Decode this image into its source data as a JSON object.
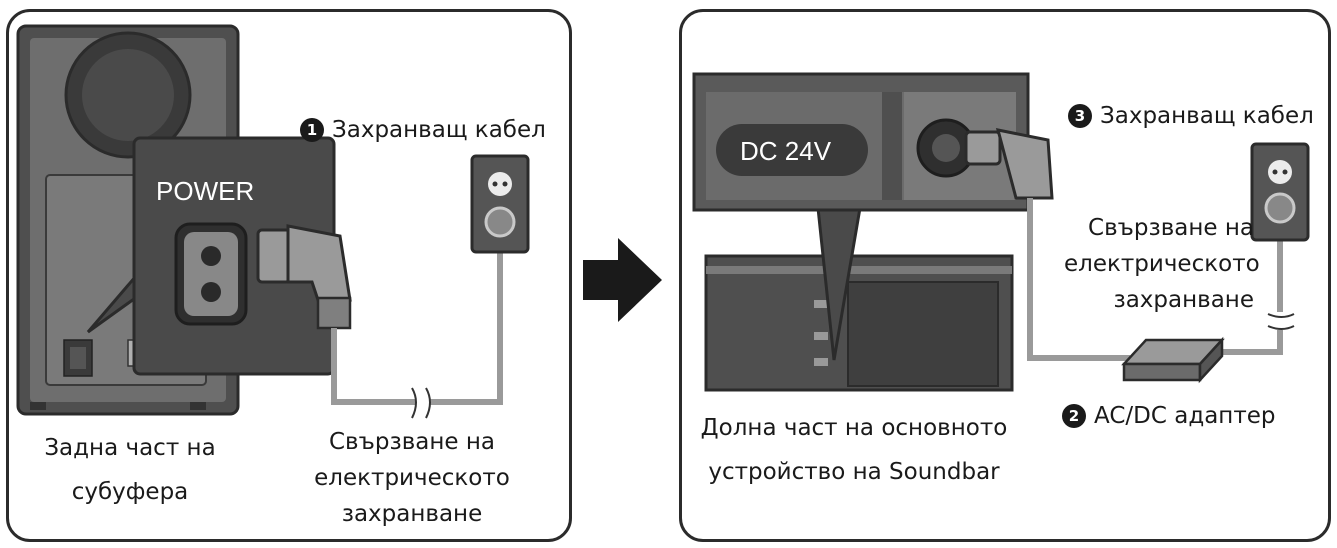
{
  "left_panel": {
    "power_label": "POWER",
    "cable_num": "1",
    "cable_label": "Захранващ кабел",
    "subwoofer_caption": [
      "Задна част на",
      "субуфера"
    ],
    "connect_caption": [
      "Свързване на",
      "електрическото",
      "захранване"
    ]
  },
  "right_panel": {
    "dc_label": "DC 24V",
    "cable_num": "3",
    "cable_label": "Захранващ кабел",
    "connect_caption": [
      "Свързване на",
      "електрическото",
      "захранване"
    ],
    "adapter_num": "2",
    "adapter_label": "AC/DC адаптер",
    "soundbar_caption": [
      "Долна част на основното",
      "устройство на Soundbar"
    ]
  },
  "colors": {
    "outline": "#2b2b2b",
    "device_dark": "#555555",
    "device_mid": "#8a8a8a",
    "device_light": "#c9c9c9",
    "cable": "#9a9a9a",
    "callout_bg": "#4a4a4a",
    "arrow": "#1a1a1a"
  }
}
